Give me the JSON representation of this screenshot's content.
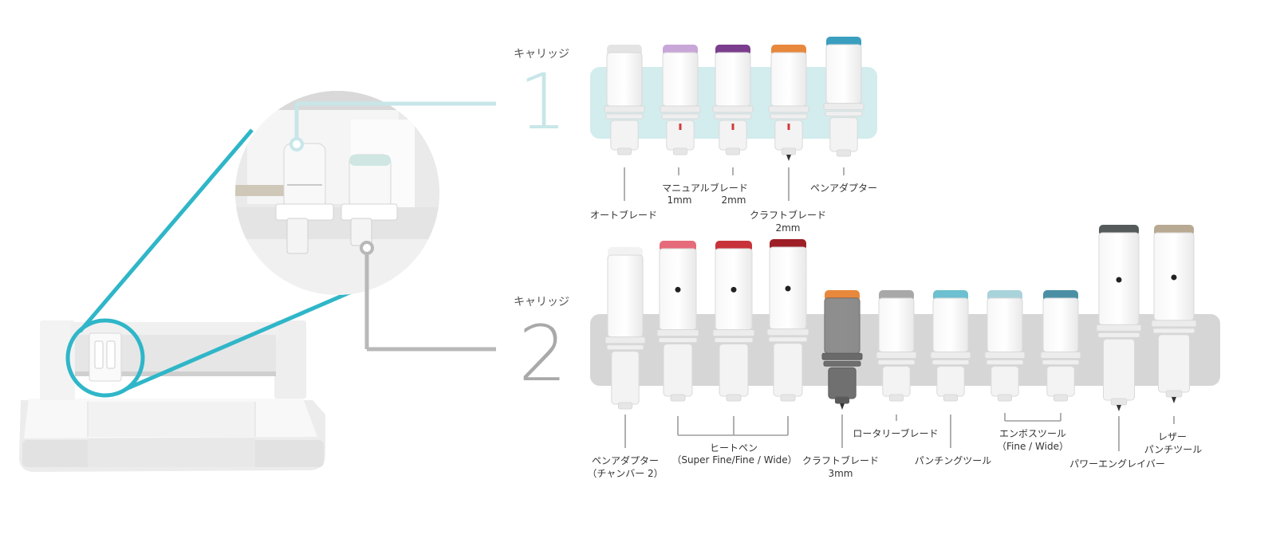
{
  "colors": {
    "accent_teal": "#2fb6c8",
    "carriage1_band": "#d3ecee",
    "carriage2_band": "#d6d6d6",
    "num1": "#c8e6e8",
    "num2": "#a9a9a9",
    "leader_gray": "#b8b8b8"
  },
  "carriage1": {
    "caption": "キャリッジ",
    "number": "1",
    "tools": [
      {
        "id": "auto-blade",
        "cap": "#e4e4e4",
        "label": [
          "オートブレード"
        ]
      },
      {
        "id": "manual-blade-1mm",
        "cap": "#c9a6d8",
        "label": [
          "マニュアルブレード",
          "1mm"
        ]
      },
      {
        "id": "manual-blade-2mm",
        "cap": "#7b3d8d",
        "label": [
          "2mm"
        ]
      },
      {
        "id": "craft-blade-2mm",
        "cap": "#e8883c",
        "label": [
          "クラフトブレード",
          "2mm"
        ]
      },
      {
        "id": "pen-adapter",
        "cap": "#3a9fbf",
        "label": [
          "ペンアダプター"
        ]
      }
    ]
  },
  "carriage2": {
    "caption": "キャリッジ",
    "number": "2",
    "tools": [
      {
        "id": "pen-adapter-chamber-2",
        "cap": "#f2f2f2",
        "label": [
          "ペンアダプター",
          "（チャンバー 2）"
        ]
      },
      {
        "id": "heat-pen-super-fine",
        "cap": "#e66b7a",
        "label": []
      },
      {
        "id": "heat-pen-fine",
        "cap": "#c8323a",
        "label": []
      },
      {
        "id": "heat-pen-wide",
        "cap": "#9e1f26",
        "label": []
      },
      {
        "id": "craft-blade-3mm",
        "cap": "#e8883c",
        "label": [
          "クラフトブレード",
          "3mm"
        ]
      },
      {
        "id": "rotary-blade",
        "cap": "#a8a8a8",
        "label": [
          "ロータリーブレード"
        ]
      },
      {
        "id": "punching-tool",
        "cap": "#6cc0cf",
        "label": [
          "パンチングツール"
        ]
      },
      {
        "id": "emboss-tool-fine",
        "cap": "#a9d3da",
        "label": []
      },
      {
        "id": "emboss-tool-wide",
        "cap": "#4b8fa5",
        "label": []
      },
      {
        "id": "power-engraver",
        "cap": "#555a5a",
        "label": [
          "パワーエングレイバー"
        ]
      },
      {
        "id": "leather-punch-tool",
        "cap": "#b8aa92",
        "label": [
          "レザー",
          "パンチツール"
        ]
      }
    ],
    "group_labels": {
      "heat_pen": [
        "ヒートペン",
        "（Super Fine/Fine / Wide）"
      ],
      "emboss": [
        "エンボスツール",
        "（Fine / Wide）"
      ]
    }
  }
}
